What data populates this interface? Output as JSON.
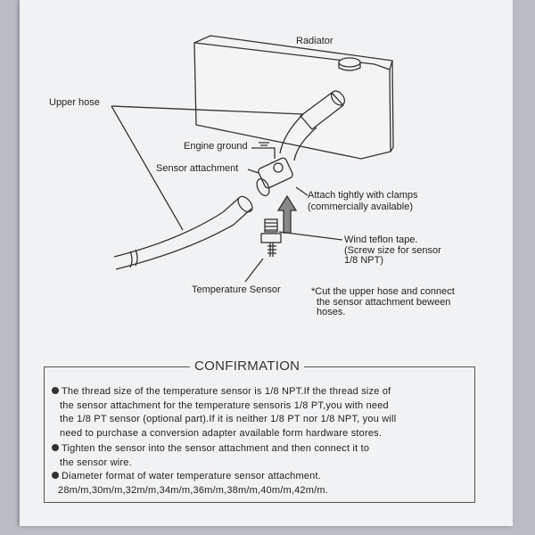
{
  "diagram": {
    "radiator": "Radiator",
    "upper_hose": "Upper hose",
    "engine_ground": "Engine ground",
    "sensor_attachment": "Sensor attachment",
    "clamps": [
      "Attach tightly with clamps",
      "(commercially available)"
    ],
    "teflon": [
      "Wind teflon tape.",
      "(Screw size for sensor",
      "1/8 NPT)"
    ],
    "temp_sensor": "Temperature Sensor",
    "cut_note": [
      "*Cut the upper hose and connect",
      "the sensor attachment beween",
      "hoses."
    ]
  },
  "confirmation": {
    "title": "CONFIRMATION",
    "items": [
      [
        "The thread size of the temperature sensor is 1/8 NPT.If the thread size of",
        "the sensor attachment for the temperature sensoris 1/8 PT,you with need",
        "the 1/8 PT sensor (optional part).If it is neither 1/8 PT nor 1/8 NPT, you will",
        "need to purchase a conversion adapter available form hardware stores."
      ],
      [
        "Tighten the sensor into the sensor attachment and then connect it to",
        "the sensor wire."
      ],
      [
        "Diameter format of water temperature sensor attachment.",
        "28m/m,30m/m,32m/m,34m/m,36m/m,38m/m,40m/m,42m/m."
      ]
    ]
  }
}
